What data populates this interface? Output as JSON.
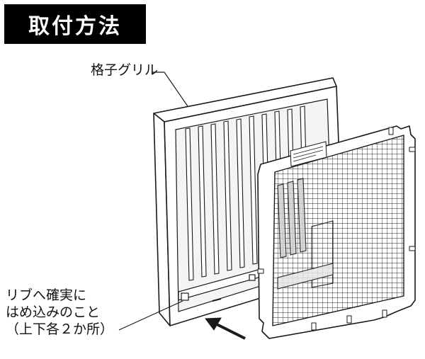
{
  "title": "取付方法",
  "labels": {
    "grill": "格子グリル",
    "rib_note": [
      "リブへ確実に",
      "はめ込みのこと",
      "（上下各２か所）"
    ]
  },
  "colors": {
    "title_bg": "#000000",
    "title_text": "#ffffff",
    "line": "#1a1a1a"
  }
}
